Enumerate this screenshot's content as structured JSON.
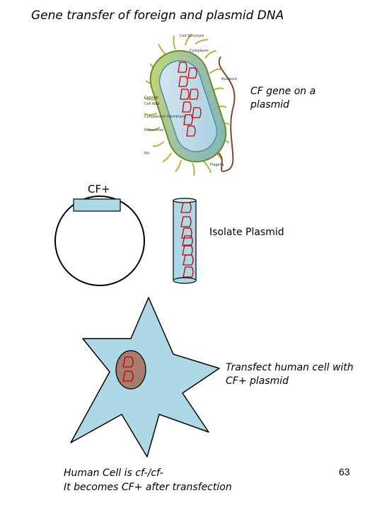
{
  "title": "Gene transfer of foreign and plasmid DNA",
  "bacterium": {
    "labels": [
      "Cell Structure",
      "Cytoplasm",
      "Nucleoid",
      "Capsule",
      "Cell Wall",
      "Cytoplasmic Membrane",
      "Ribosomes",
      "Pili",
      "Flagella"
    ]
  },
  "plasmid_caption": "CF gene on a plasmid",
  "cf_plus_label": "CF+",
  "isolate_label": "Isolate Plasmid",
  "transfect_caption": "Transfect human cell with CF+ plasmid",
  "summary_line1": "Human Cell is cf-/cf-",
  "summary_line2": "It becomes CF+ after transfection",
  "page_number": "63",
  "colors": {
    "light_blue": "#add8e6",
    "dna_red": "#cc0000",
    "nucleus": "#a67c6d",
    "bacteria_green": "#7a9a3a"
  }
}
